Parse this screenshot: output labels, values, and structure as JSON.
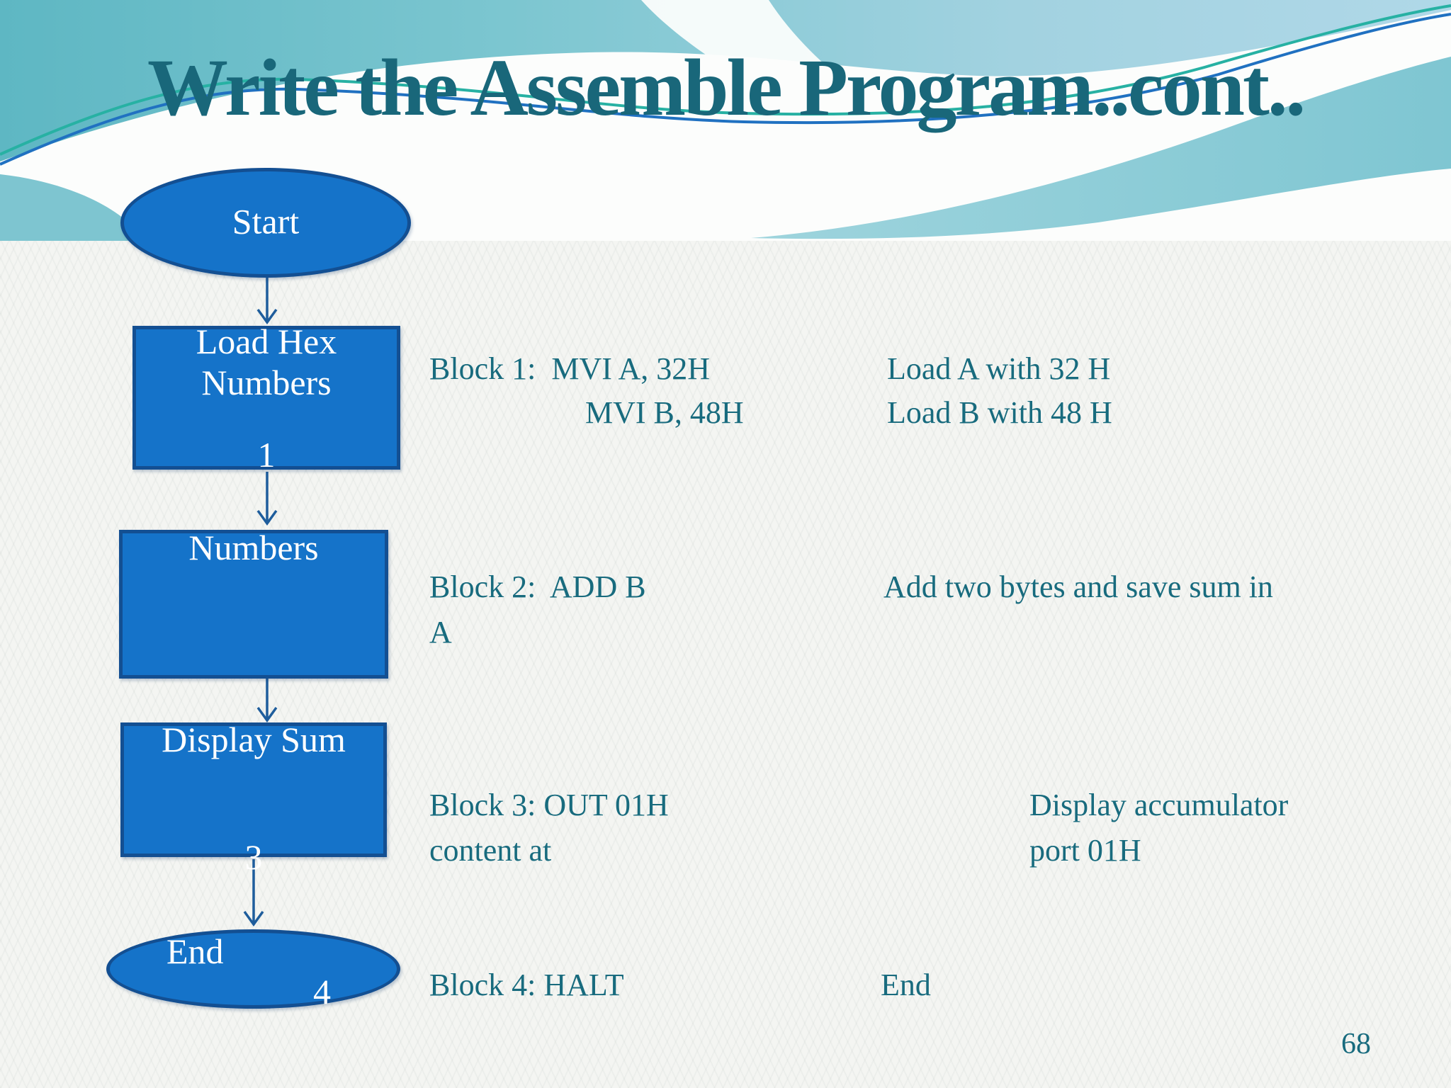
{
  "slide": {
    "title": "Write the Assemble Program..cont..",
    "page_number": "68"
  },
  "flowchart": {
    "start_label": "Start",
    "box1_line1": "Load Hex",
    "box1_line2": "Numbers",
    "box1_number": "1",
    "box2_label": "Numbers",
    "box3_label": "Display Sum",
    "box3_number": "3",
    "end_label": "End",
    "end_number": "4"
  },
  "blocks": {
    "b1": {
      "code1": "Block 1:  MVI A, 32H",
      "code2": "MVI B, 48H",
      "desc1": "Load A with 32 H",
      "desc2": "Load B with 48 H"
    },
    "b2": {
      "code1": "Block 2:  ADD B",
      "code2": "A",
      "desc1": "Add two bytes and save sum in"
    },
    "b3": {
      "code1": "Block 3: OUT 01H",
      "code2": "content at",
      "desc1": "Display accumulator",
      "desc2": "port 01H"
    },
    "b4": {
      "code1": "Block 4: HALT",
      "desc1": "End"
    }
  },
  "colors": {
    "shape_fill": "#1573c9",
    "shape_border": "#134f92",
    "arrow": "#1e5d9c",
    "title_text": "#19677a",
    "body_text": "#186b7e",
    "banner_teal": "#6fc0cb",
    "banner_line_green": "#27b1a3",
    "banner_line_blue": "#2071c1"
  }
}
